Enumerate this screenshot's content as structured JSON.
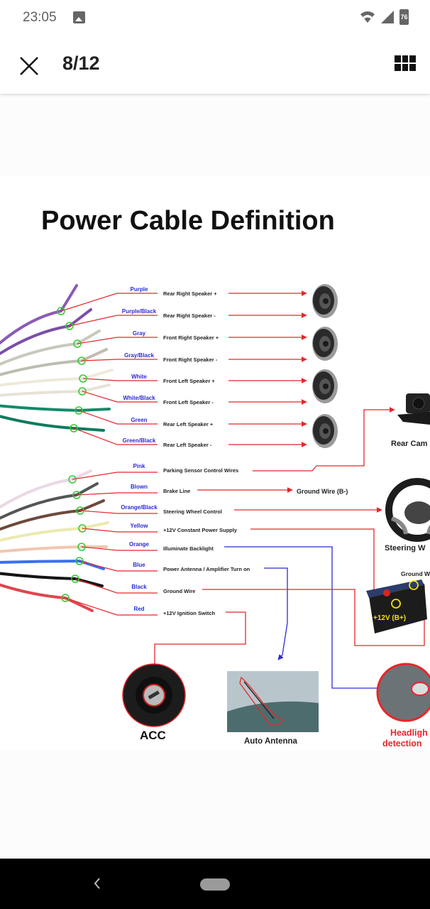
{
  "status_bar": {
    "time": "23:05",
    "notification_icon": "image-icon",
    "battery_level": "76",
    "icons": [
      "wifi-icon",
      "cellular-signal-icon",
      "battery-icon"
    ]
  },
  "app_bar": {
    "close_icon": "close-icon",
    "counter": "8/12",
    "current_index": 8,
    "total": 12,
    "grid_icon": "grid-view-icon"
  },
  "diagram": {
    "title": "Power Cable Definition",
    "speaker_wires": [
      {
        "color_name": "Purple",
        "function": "Rear Right Speaker +",
        "wire_hex": "#8a5bb5"
      },
      {
        "color_name": "Purple/Black",
        "function": "Rear Right Speaker -",
        "wire_hex": "#7a4fa8"
      },
      {
        "color_name": "Gray",
        "function": "Front Right Speaker +",
        "wire_hex": "#c8c8bc"
      },
      {
        "color_name": "Gray/Black",
        "function": "Front Right Speaker -",
        "wire_hex": "#bdbdb0"
      },
      {
        "color_name": "White",
        "function": "Front Left Speaker +",
        "wire_hex": "#eeeadb"
      },
      {
        "color_name": "White/Black",
        "function": "Front Left Speaker -",
        "wire_hex": "#e6e3d6"
      },
      {
        "color_name": "Green",
        "function": "Rear Left Speaker +",
        "wire_hex": "#138a6a"
      },
      {
        "color_name": "Green/Black",
        "function": "Rear Left Speaker -",
        "wire_hex": "#0f7a5d"
      }
    ],
    "control_wires": [
      {
        "color_name": "Pink",
        "function": "Parking Sensor Control Wires",
        "wire_hex": "#ead8e6"
      },
      {
        "color_name": "Blown",
        "function": "Brake Line",
        "wire_hex": "#555555"
      },
      {
        "color_name": "Orange/Black",
        "function": "Steering Wheel Control",
        "wire_hex": "#6b4a3a"
      },
      {
        "color_name": "Yellow",
        "function": "+12V Constant Power Supply",
        "wire_hex": "#ece9b0"
      },
      {
        "color_name": "Orange",
        "function": "Illuminate Backlight",
        "wire_hex": "#f3c6b0"
      },
      {
        "color_name": "Blue",
        "function": "Power Antenna / Amplifier Turn on",
        "wire_hex": "#3a6ff0"
      },
      {
        "color_name": "Black",
        "function": "Ground Wire",
        "wire_hex": "#141414"
      },
      {
        "color_name": "Red",
        "function": "+12V  Ignition Switch",
        "wire_hex": "#e0464e"
      }
    ],
    "destinations": {
      "rear_camera": "Rear Cam",
      "ground_wire_b": "Ground Wire (B-)",
      "steering_wheel": "Steering W",
      "battery_ground": "Ground W",
      "battery_label": "+12V  (B+)",
      "acc": "ACC",
      "auto_antenna": "Auto Antenna",
      "headlight_line1": "Headligh",
      "headlight_line2": "detection"
    },
    "colors": {
      "red_line": "#e8262b",
      "blue_line": "#2b2bd6",
      "color_label": "#2b2bd6",
      "marker_green": "#2ecc2e"
    }
  },
  "nav_bar": {
    "back_icon": "back-chevron-icon",
    "home_icon": "home-pill-icon"
  }
}
